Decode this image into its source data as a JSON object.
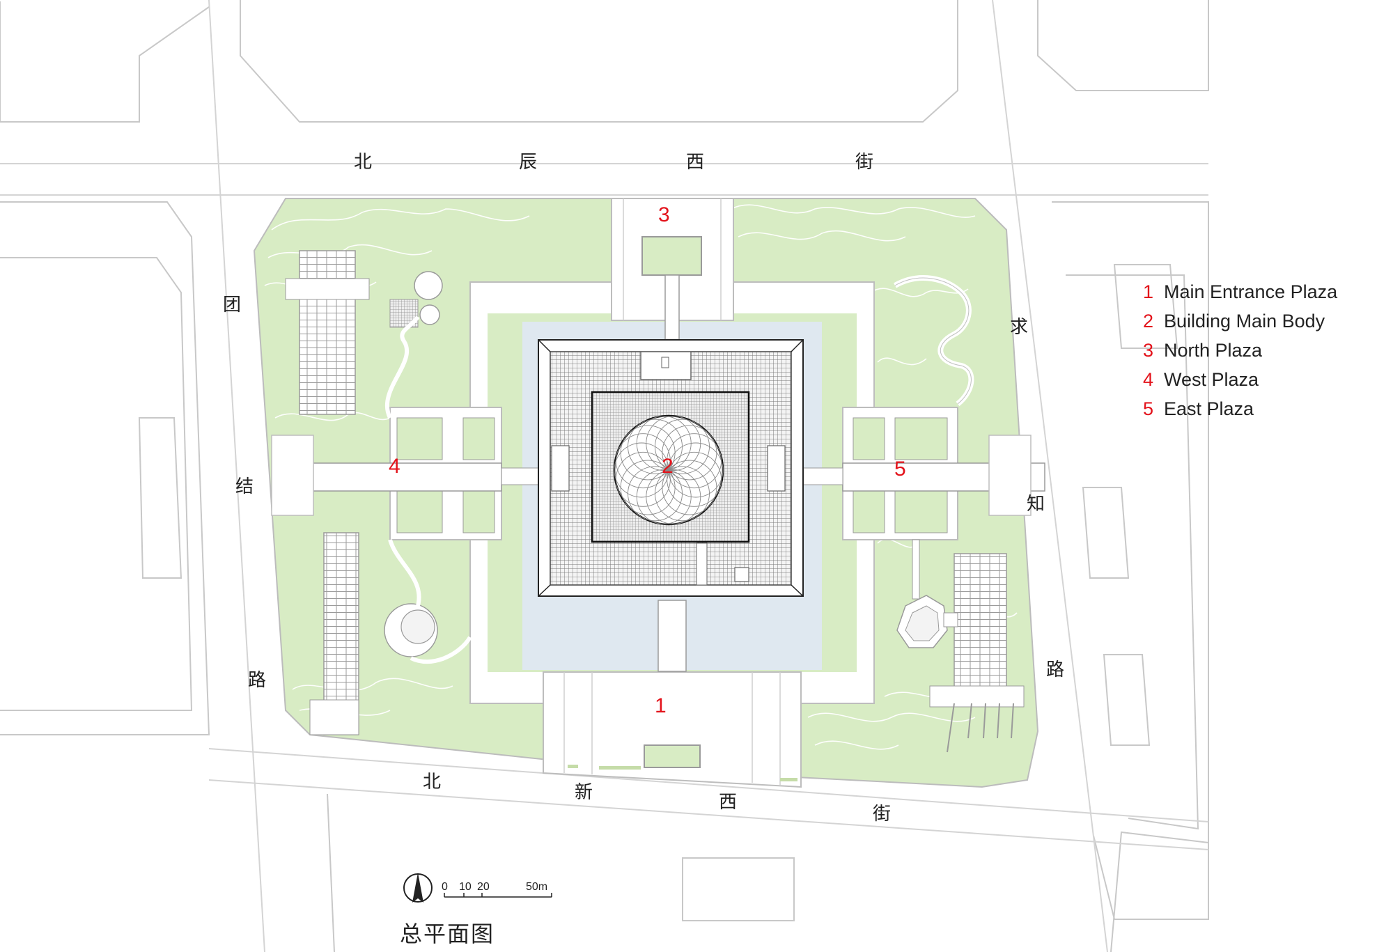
{
  "colors": {
    "green": "#d8ecc4",
    "water": "#dfe8f0",
    "paving": "#ffffff",
    "line": "#bdbdbd",
    "building": "#9a9a9a",
    "accent_red": "#e3131b"
  },
  "streets": {
    "north": [
      "北",
      "辰",
      "西",
      "街"
    ],
    "south": [
      "北",
      "新",
      "西",
      "街"
    ],
    "west": [
      "团",
      "结",
      "路"
    ],
    "east": [
      "求",
      "知",
      "路"
    ]
  },
  "area_numbers": [
    "1",
    "2",
    "3",
    "4",
    "5"
  ],
  "legend": [
    {
      "num": "1",
      "label": "Main Entrance Plaza"
    },
    {
      "num": "2",
      "label": "Building Main Body"
    },
    {
      "num": "3",
      "label": "North Plaza"
    },
    {
      "num": "4",
      "label": "West Plaza"
    },
    {
      "num": "5",
      "label": "East Plaza"
    }
  ],
  "scale_bar": {
    "labels": [
      "0",
      "10",
      "20",
      "50m"
    ]
  },
  "title": "总平面图"
}
